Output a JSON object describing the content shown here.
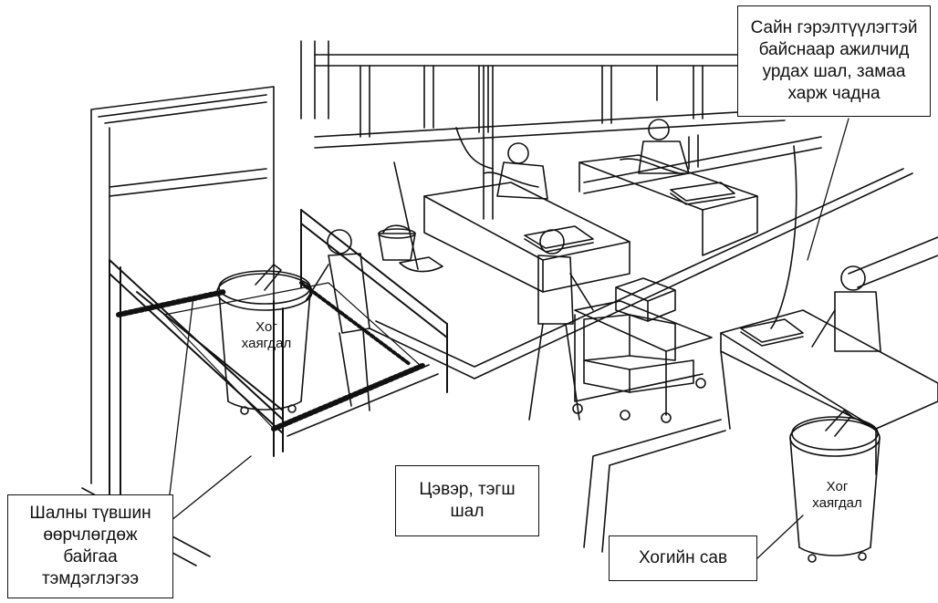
{
  "callouts": {
    "lighting": [
      "Сайн гэрэлтүүлэгтэй",
      "байснаар ажилчид",
      "урдах шал, замаа",
      "харж чадна"
    ],
    "floor_level": [
      "Шалны түвшин",
      "өөрчлөгдөж",
      "байгаа",
      "тэмдэглэгээ"
    ],
    "clean_floor": [
      "Цэвэр, тэгш",
      "шал"
    ],
    "waste_bin": [
      "Хогийн сав"
    ]
  },
  "bin_labels": {
    "left": [
      "Хог",
      "хаягдал"
    ],
    "right": [
      "Хог",
      "хаягдал"
    ]
  }
}
